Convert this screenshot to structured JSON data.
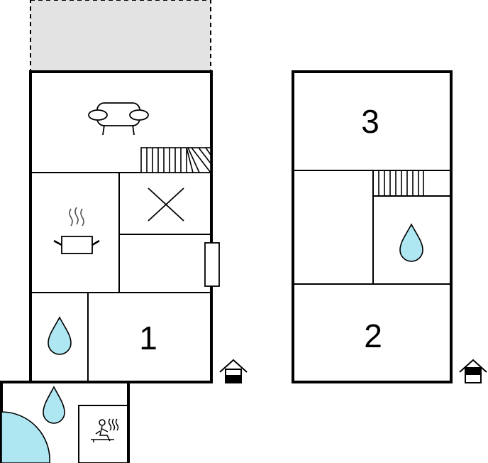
{
  "floor_plan": {
    "ground_floor": {
      "rooms": [
        {
          "id": "terrace",
          "icon": "none"
        },
        {
          "id": "living-room",
          "icon": "sofa-icon"
        },
        {
          "id": "kitchen",
          "icon": "cooking-pot-icon"
        },
        {
          "id": "void",
          "icon": "cross-icon"
        },
        {
          "id": "hallway",
          "icon": "door-icon"
        },
        {
          "id": "bathroom",
          "icon": "water-drop-icon"
        },
        {
          "id": "bedroom-1",
          "label": "1"
        },
        {
          "id": "annex-bathroom",
          "icon": "water-drop-icon"
        },
        {
          "id": "hot-tub",
          "icon": "hot-tub-icon"
        },
        {
          "id": "sauna",
          "icon": "sauna-icon"
        }
      ],
      "entrance_icon": "house-entrance-icon"
    },
    "upper_floor": {
      "rooms": [
        {
          "id": "bedroom-3",
          "label": "3"
        },
        {
          "id": "landing",
          "icon": "none"
        },
        {
          "id": "bathroom-upper",
          "icon": "water-drop-icon"
        },
        {
          "id": "bedroom-2",
          "label": "2"
        }
      ],
      "entrance_icon": "house-entrance-icon"
    },
    "colors": {
      "wall": "#000000",
      "terrace_fill": "#e3e3e3",
      "water_fill": "#aee6f2",
      "background": "#ffffff"
    }
  },
  "labels": {
    "bedroom_1": "1",
    "bedroom_2": "2",
    "bedroom_3": "3"
  }
}
